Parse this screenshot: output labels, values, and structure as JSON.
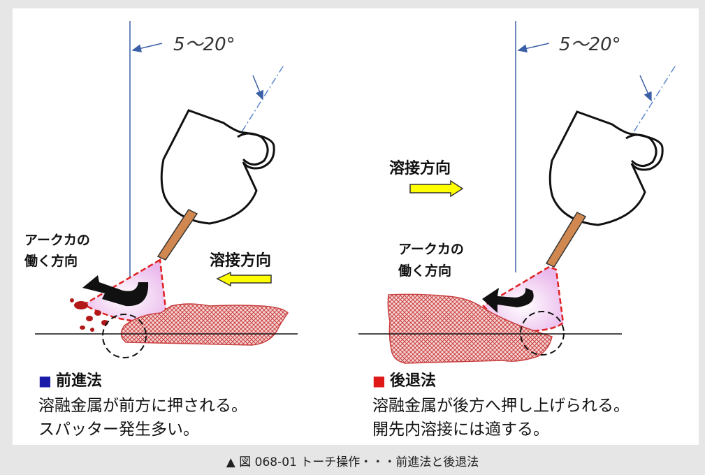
{
  "figure": {
    "caption": "▲ 図 068-01 トーチ操作・・・前進法と後退法"
  },
  "left": {
    "angle_label": "5～20°",
    "arc_force_line1": "アークカの",
    "arc_force_line2": "働く方向",
    "weld_direction": "溶接方向",
    "method_marker": "■",
    "method_title": "前進法",
    "desc_line1": "溶融金属が前方に押される。",
    "desc_line2": "スパッター発生多い。",
    "marker_color": "#1a1aa8"
  },
  "right": {
    "angle_label": "5～20°",
    "arc_force_line1": "アークカの",
    "arc_force_line2": "働く方向",
    "weld_direction": "溶接方向",
    "method_marker": "■",
    "method_title": "後退法",
    "desc_line1": "溶融金属が後方へ押し上げられる。",
    "desc_line2": "開先内溶接には適する。",
    "marker_color": "#e01818"
  },
  "colors": {
    "arrow_fill": "#ffff00",
    "bead": "#d9534f",
    "arc_cone": "#f3c6f0",
    "electrode": "#d08850"
  }
}
